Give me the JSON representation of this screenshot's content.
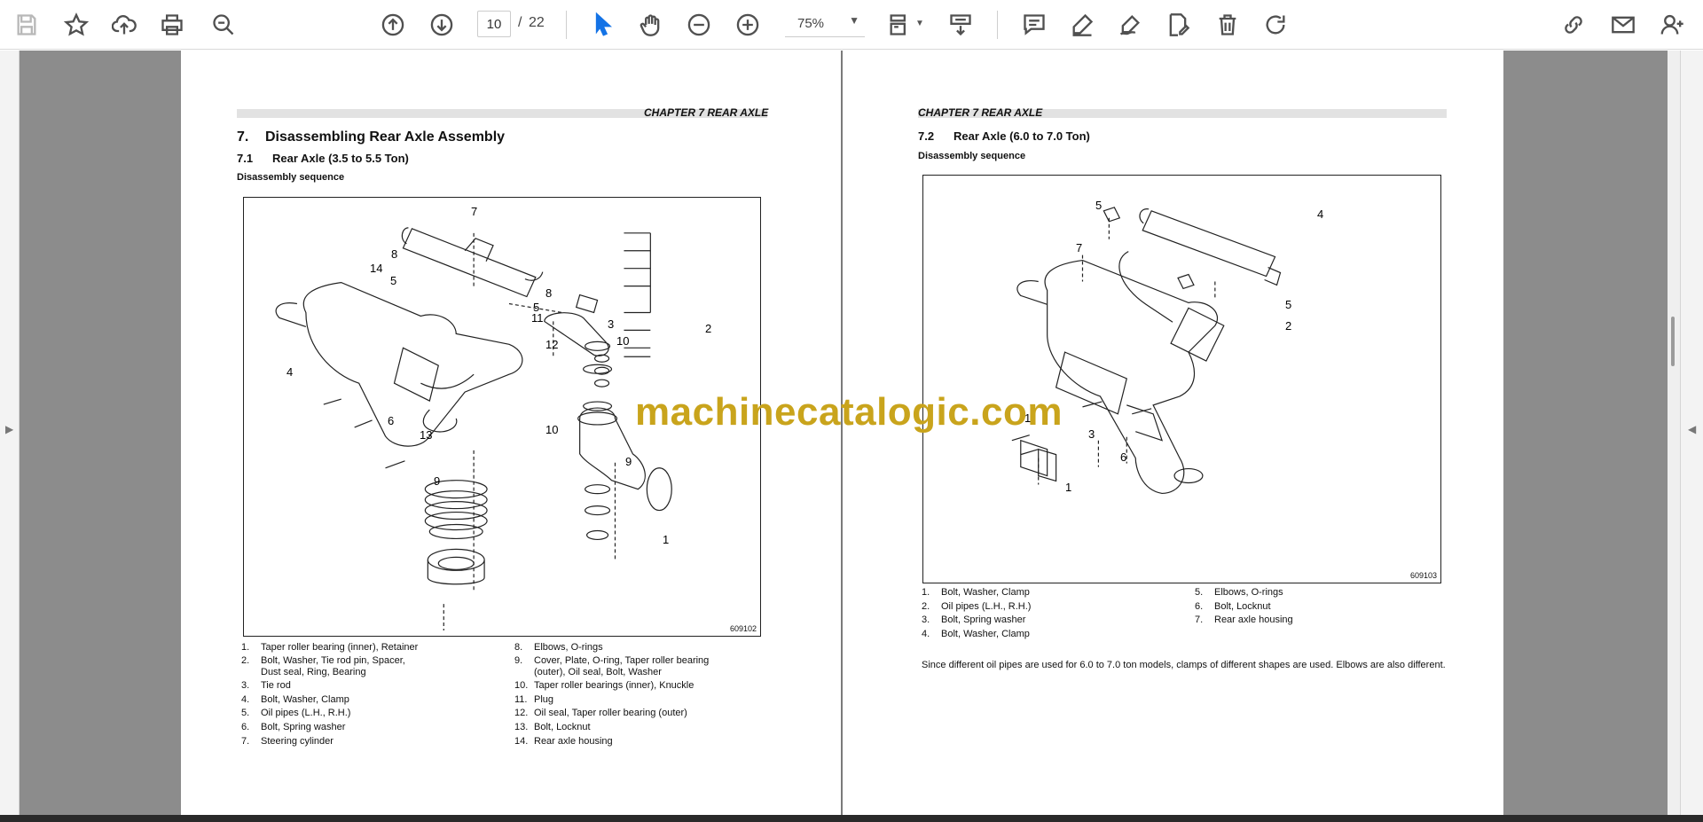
{
  "toolbar": {
    "page_current": "10",
    "page_separator": "/",
    "page_total": "22",
    "zoom": "75%"
  },
  "left_page": {
    "chapter": "CHAPTER 7 REAR AXLE",
    "section_num": "7.",
    "section_title": "Disassembling Rear Axle Assembly",
    "sub_num": "7.1",
    "sub_title": "Rear Axle (3.5 to 5.5 Ton)",
    "seq_label": "Disassembly sequence",
    "figure_code": "609102",
    "callouts": [
      "7",
      "8",
      "14",
      "5",
      "8",
      "5",
      "11",
      "3",
      "2",
      "12",
      "10",
      "4",
      "6",
      "13",
      "10",
      "9",
      "9",
      "1"
    ],
    "legend_left": [
      {
        "n": "1.",
        "t": "Taper roller bearing (inner), Retainer"
      },
      {
        "n": "2.",
        "t": "Bolt, Washer, Tie rod pin, Spacer,"
      },
      {
        "n": "",
        "t": "Dust seal, Ring, Bearing"
      },
      {
        "n": "3.",
        "t": "Tie rod"
      },
      {
        "n": "4.",
        "t": "Bolt, Washer, Clamp"
      },
      {
        "n": "5.",
        "t": "Oil pipes (L.H., R.H.)"
      },
      {
        "n": "6.",
        "t": "Bolt, Spring washer"
      },
      {
        "n": "7.",
        "t": "Steering cylinder"
      }
    ],
    "legend_right": [
      {
        "n": "8.",
        "t": "Elbows, O-rings"
      },
      {
        "n": "9.",
        "t": "Cover, Plate, O-ring, Taper roller bearing"
      },
      {
        "n": "",
        "t": "(outer), Oil seal, Bolt, Washer"
      },
      {
        "n": "10.",
        "t": "Taper roller bearings (inner), Knuckle"
      },
      {
        "n": "11.",
        "t": "Plug"
      },
      {
        "n": "12.",
        "t": "Oil seal, Taper roller bearing (outer)"
      },
      {
        "n": "13.",
        "t": "Bolt, Locknut"
      },
      {
        "n": "14.",
        "t": "Rear axle housing"
      }
    ]
  },
  "right_page": {
    "chapter": "CHAPTER 7 REAR AXLE",
    "sub_num": "7.2",
    "sub_title": "Rear Axle (6.0 to 7.0 Ton)",
    "seq_label": "Disassembly sequence",
    "figure_code": "609103",
    "callouts": [
      "5",
      "4",
      "7",
      "5",
      "2",
      "1",
      "3",
      "6",
      "1"
    ],
    "legend_left": [
      {
        "n": "1.",
        "t": "Bolt, Washer, Clamp"
      },
      {
        "n": "2.",
        "t": "Oil pipes (L.H., R.H.)"
      },
      {
        "n": "3.",
        "t": "Bolt, Spring washer"
      },
      {
        "n": "4.",
        "t": "Bolt, Washer, Clamp"
      }
    ],
    "legend_right": [
      {
        "n": "5.",
        "t": "Elbows, O-rings"
      },
      {
        "n": "6.",
        "t": "Bolt, Locknut"
      },
      {
        "n": "7.",
        "t": "Rear axle housing"
      }
    ],
    "note": "Since different oil pipes are used for 6.0 to 7.0 ton models, clamps of different shapes are used. Elbows are also different."
  },
  "watermark": "machinecatalogic.com",
  "icons": {
    "toolbar": [
      "save-icon",
      "star-icon",
      "upload-icon",
      "print-icon",
      "zoom-search-icon",
      "page-up-icon",
      "page-down-icon",
      "select-cursor-icon",
      "hand-icon",
      "zoom-out-icon",
      "zoom-in-icon",
      "page-fit-icon",
      "scroll-mode-icon",
      "comment-icon",
      "highlight-icon",
      "sign-icon",
      "edit-pdf-icon",
      "delete-icon",
      "rotate-icon",
      "share-link-icon",
      "mail-icon",
      "add-user-icon"
    ]
  },
  "colors": {
    "accent": "#1473e6",
    "watermark": "#c9a41c",
    "viewer_bg": "#8c8c8c"
  }
}
